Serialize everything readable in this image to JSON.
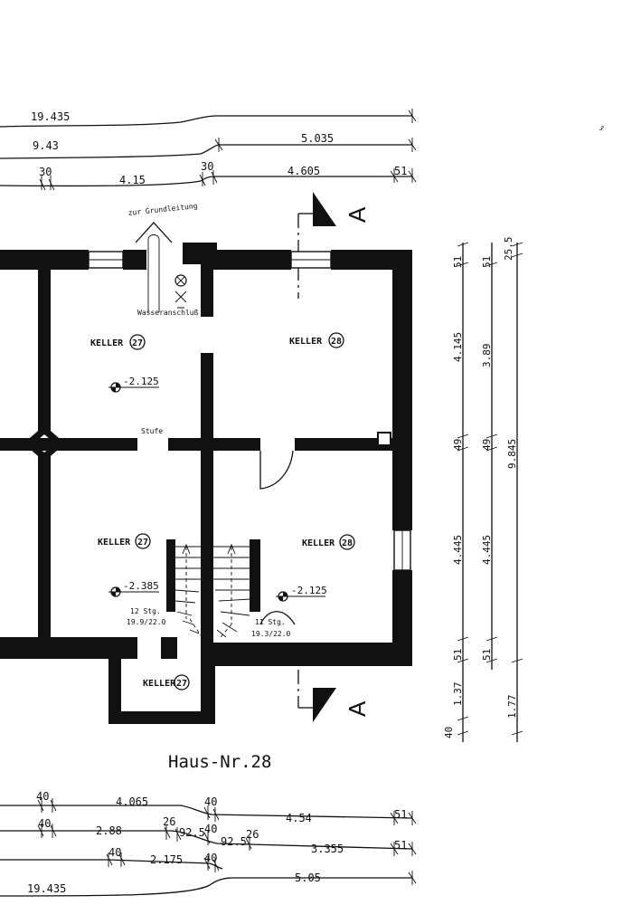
{
  "top_dims": {
    "overall": "19.435",
    "left_span": "9.43",
    "right_span": "5.035",
    "wall_left": "30",
    "room_left": "4.15",
    "wall_mid": "30",
    "room_right": "4.605",
    "wall_right": "51"
  },
  "right_dims": {
    "c1": [
      "51",
      "4.145",
      "49",
      "4.445",
      "51",
      "1.37",
      "40"
    ],
    "c2": [
      "51",
      "3.89",
      "49",
      "4.445",
      "51"
    ],
    "c3": [
      "25.5",
      "9.845",
      "1.77"
    ]
  },
  "bottom_dims": {
    "r1": [
      "40",
      "4.065",
      "40",
      "4.54",
      "51"
    ],
    "r2": [
      "40",
      "2.88",
      "26",
      "92.5",
      "40",
      "92.5",
      "26",
      "3.355",
      "51"
    ],
    "r3": [
      "40",
      "2.175",
      "40"
    ],
    "r4": [
      "19.435",
      "5.05"
    ]
  },
  "rooms": [
    {
      "name": "KELLER",
      "no": "27"
    },
    {
      "name": "KELLER",
      "no": "28"
    },
    {
      "name": "KELLER",
      "no": "27"
    },
    {
      "name": "KELLER",
      "no": "28"
    },
    {
      "name": "KELLER",
      "no": "27"
    }
  ],
  "levels": [
    "-2.125",
    "-2.385",
    "-2.125"
  ],
  "annotations": {
    "grundleitung": "zur Grundleitung",
    "wasser": "Wasseranschluß",
    "stufe": "Stufe",
    "stair_left_1": "12 Stg.",
    "stair_left_2": "19.9/22.0",
    "stair_right_1": "11 Stg.",
    "stair_right_2": "19.3/22.0"
  },
  "section_mark": "A",
  "house_label": "Haus-Nr.28",
  "margin_mark": "ﾇ"
}
